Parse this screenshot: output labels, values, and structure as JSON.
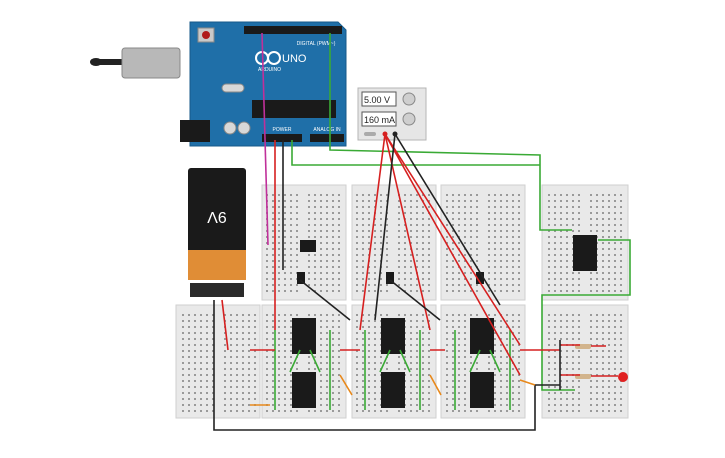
{
  "arduino": {
    "brand": "ARDUINO",
    "model": "UNO",
    "digital_label": "DIGITAL (PWM~)",
    "power_label": "POWER",
    "analog_label": "ANALOG IN"
  },
  "power_supply": {
    "voltage": "5.00 V",
    "current": "160 mA"
  },
  "battery": {
    "label": "9V"
  },
  "colors": {
    "board": "#1f6fa8",
    "breadboard": "#e9e9e9",
    "wire_green": "#3aaa35",
    "wire_red": "#d62020",
    "wire_black": "#222222",
    "wire_magenta": "#c0309a",
    "wire_orange": "#e8891c",
    "led_red": "#e02020"
  }
}
